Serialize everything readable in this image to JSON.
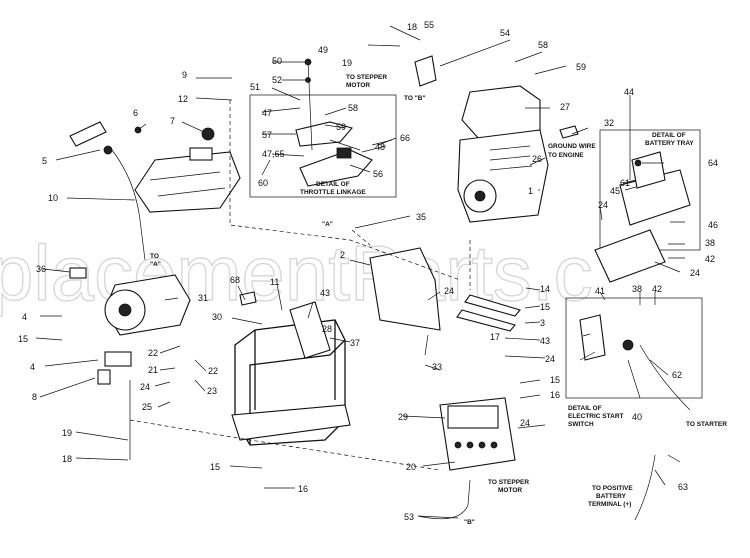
{
  "watermark": "placementParts.c",
  "callouts": {
    "n1": "1",
    "n2": "2",
    "n3": "3",
    "n4a": "4",
    "n4b": "4",
    "n5": "5",
    "n6": "6",
    "n7": "7",
    "n8": "8",
    "n9": "9",
    "n10": "10",
    "n11": "11",
    "n12": "12",
    "n14": "14",
    "n15a": "15",
    "n15b": "15",
    "n15c": "15",
    "n15d": "15",
    "n16a": "16",
    "n16b": "16",
    "n17": "17",
    "n18a": "18",
    "n18b": "18",
    "n19a": "19",
    "n19b": "19",
    "n20": "20",
    "n21": "21",
    "n22a": "22",
    "n22b": "22",
    "n23": "23",
    "n24a": "24",
    "n24b": "24",
    "n24c": "24",
    "n24d": "24",
    "n24e": "24",
    "n24f": "24",
    "n25": "25",
    "n26": "26",
    "n27": "27",
    "n28": "28",
    "n29": "29",
    "n30": "30",
    "n31": "31",
    "n32": "32",
    "n33": "33",
    "n35": "35",
    "n36": "36",
    "n37": "37",
    "n38a": "38",
    "n38b": "38",
    "n40": "40",
    "n41": "41",
    "n42a": "42",
    "n42b": "42",
    "n43a": "43",
    "n43b": "43",
    "n44": "44",
    "n45": "45",
    "n46": "46",
    "n47a": "47",
    "n47b": "47,65",
    "n48": "48",
    "n49": "49",
    "n50": "50",
    "n51": "51",
    "n52": "52",
    "n53": "53",
    "n54": "54",
    "n55": "55",
    "n56": "56",
    "n57": "57",
    "n58a": "58",
    "n58b": "58",
    "n59a": "59",
    "n59b": "59",
    "n60": "60",
    "n61": "61",
    "n62": "62",
    "n63": "63",
    "n64": "64",
    "n66": "66",
    "n68": "68"
  },
  "labels": {
    "to_stepper_motor_top_1": "TO STEPPER",
    "to_stepper_motor_top_2": "MOTOR",
    "detail_throttle_1": "DETAIL OF",
    "detail_throttle_2": "THROTTLE LINKAGE",
    "to_b_top": "TO \"B\"",
    "ground_wire_1": "GROUND WIRE",
    "ground_wire_2": "TO ENGINE",
    "detail_battery_1": "DETAIL OF",
    "detail_battery_2": "BATTERY TRAY",
    "to_a_left_1": "TO",
    "to_a_left_2": "\"A\"",
    "a_mark": "\"A\"",
    "detail_electric_1": "DETAIL OF",
    "detail_electric_2": "ELECTRIC START",
    "detail_electric_3": "SWITCH",
    "to_starter": "TO STARTER",
    "to_stepper_bottom_1": "TO STEPPER",
    "to_stepper_bottom_2": "MOTOR",
    "to_positive_1": "TO POSITIVE",
    "to_positive_2": "BATTERY",
    "to_positive_3": "TERMINAL (+)",
    "b_mark": "\"B\""
  }
}
